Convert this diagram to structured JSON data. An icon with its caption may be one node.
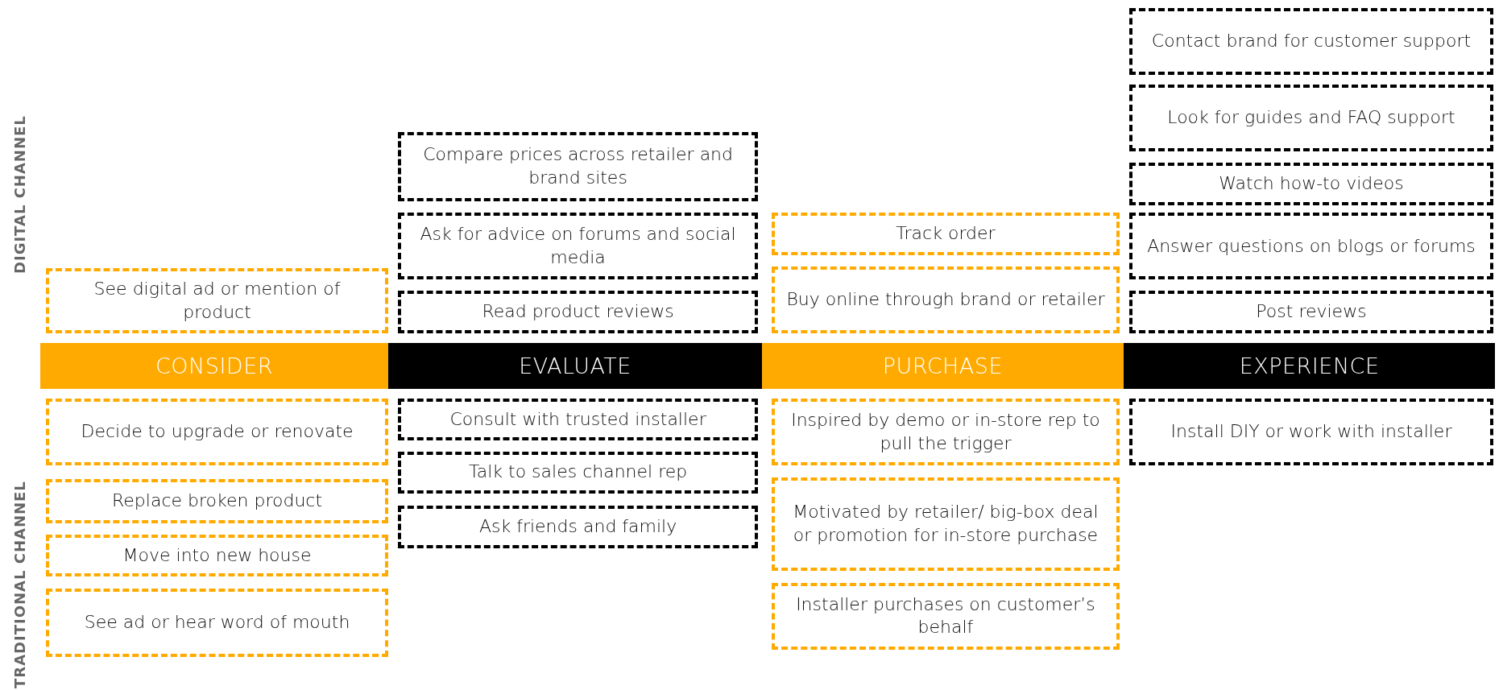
{
  "diagram": {
    "nodes": [
      {
        "text": [
          "See digital ad or mention of product"
        ]
      },
      {
        "text": [
          "CONSIDER"
        ]
      },
      {
        "text": [
          "Decide to upgrade or renovate"
        ]
      },
      {
        "text": [
          "Replace broken product"
        ]
      },
      {
        "text": [
          "Move into new house"
        ]
      },
      {
        "text": [
          "See ad or hear word of mouth"
        ]
      },
      {
        "text": [
          "Compare prices across retailer and brand sites"
        ]
      },
      {
        "text": [
          "Ask for advice on forums and social media"
        ]
      },
      {
        "text": [
          "Read product reviews"
        ]
      },
      {
        "text": [
          "EVALUATE"
        ]
      },
      {
        "text": [
          "Consult with trusted installer"
        ]
      },
      {
        "text": [
          "Talk to sales channel rep"
        ]
      },
      {
        "text": [
          "Ask friends and family"
        ]
      },
      {
        "text": [
          "Track order"
        ]
      },
      {
        "text": [
          "Buy online through brand or retailer"
        ]
      },
      {
        "text": [
          "PURCHASE"
        ]
      },
      {
        "text": [
          "Inspired by demo or in-store rep to pull the trigger"
        ]
      },
      {
        "text": [
          "Motivated by retailer/ big-box deal or promotion for in-store purchase"
        ]
      },
      {
        "text": [
          "Installer purchases on customer’s behalf"
        ]
      },
      {
        "text": [
          "Contact brand for customer support"
        ]
      },
      {
        "text": [
          "Look for guides and FAQ support"
        ]
      },
      {
        "text": [
          "Watch how-to videos"
        ]
      },
      {
        "text": [
          "Answer questions on blogs or forums"
        ]
      },
      {
        "text": [
          "Post reviews"
        ]
      },
      {
        "text": [
          "EXPERIENCE"
        ]
      },
      {
        "text": [
          "Install DIY or work with installer"
        ]
      }
    ],
    "labels": [
      "DIGITAL CHANNEL",
      "TRADITIONAL CHANNEL"
    ]
  }
}
